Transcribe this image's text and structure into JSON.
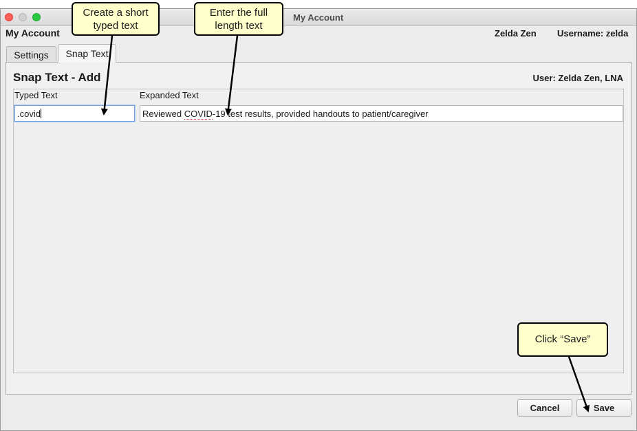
{
  "window": {
    "title": "My Account",
    "header": {
      "label": "My Account",
      "user_name": "Zelda  Zen",
      "username_text": "Username:  zelda"
    }
  },
  "tabs": [
    {
      "label": "Settings",
      "active": false
    },
    {
      "label": "Snap Text",
      "active": true
    }
  ],
  "panel": {
    "title": "Snap Text - Add",
    "user_text": "User:  Zelda Zen, LNA",
    "typed_text": {
      "label": "Typed Text",
      "value": ".covid"
    },
    "expanded_text": {
      "label": "Expanded Text",
      "value_prefix": "Reviewed ",
      "value_flagged": "COVID",
      "value_suffix": "-19 test results, provided handouts to patient/caregiver"
    }
  },
  "buttons": {
    "cancel": "Cancel",
    "save": "Save"
  },
  "callouts": {
    "typed": "Create a short typed text",
    "full": "Enter the full length text",
    "save": "Click “Save”"
  },
  "colors": {
    "callout_bg": "#ffffcc",
    "close": "#fe5f57",
    "maximize": "#28c840",
    "focus_ring": "#6f9fdc"
  },
  "icons": [
    "close-window-icon",
    "minimize-window-icon",
    "maximize-window-icon"
  ]
}
